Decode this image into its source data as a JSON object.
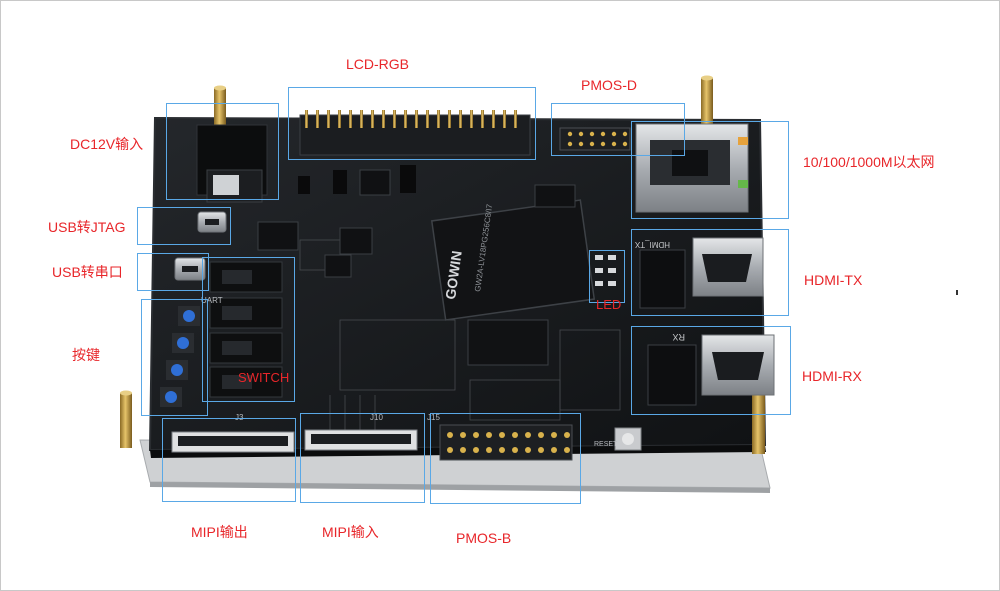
{
  "labels": {
    "lcd_rgb": "LCD-RGB",
    "pmos_d": "PMOS-D",
    "dc12v": "DC12V输入",
    "ethernet": "10/100/1000M以太网",
    "usb_jtag": "USB转JTAG",
    "usb_uart": "USB转串口",
    "buttons": "按键",
    "hdmi_tx": "HDMI-TX",
    "hdmi_rx": "HDMI-RX",
    "led": "LED",
    "switch": "SWITCH",
    "mipi_out": "MIPI输出",
    "mipi_in": "MIPI输入",
    "pmos_b": "PMOS-B"
  },
  "board": {
    "fpga_brand": "GOWIN",
    "fpga_marking": "GW2A-LV18PG256C8/I7",
    "silk": {
      "hdmi_tx": "HDMI_TX",
      "hdmi_rx": "RX",
      "uart": "UART",
      "reset": "RESET",
      "j15": "J15",
      "j10": "J10",
      "j3": "J3"
    }
  },
  "colors": {
    "callout_border": "#5aa8e6",
    "label_text": "#e8262a",
    "pcb": "#16181b",
    "pcb_edge": "#2a2d31",
    "acrylic": "#d9dadb",
    "metal": "#b9bcc0",
    "brass": "#c9a24a",
    "button_blue": "#2f6fd6"
  }
}
